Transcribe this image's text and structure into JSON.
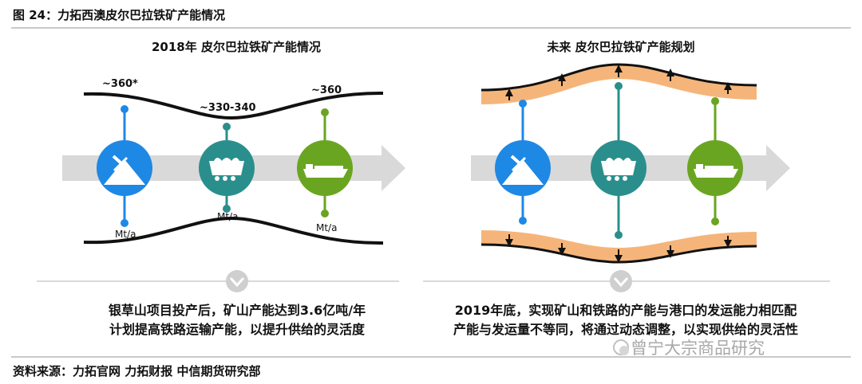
{
  "figure_title": "图 24：力拓西澳皮尔巴拉铁矿产能情况",
  "source": "资料来源：力拓官网 力拓财报 中信期货研究部",
  "watermark": "曾宁大宗商品研究",
  "left_panel": {
    "title": "2018年 皮尔巴拉铁矿产能情况",
    "values": [
      "~360*",
      "~330-340",
      "~360"
    ],
    "units": [
      "Mt/a",
      "Mt/a",
      "Mt/a"
    ],
    "caption_line1": "银草山项目投产后，矿山产能达到3.6亿吨/年",
    "caption_line2": "计划提高铁路运输产能，以提升供给的灵活度"
  },
  "right_panel": {
    "title": "未来 皮尔巴拉铁矿产能规划",
    "caption_line1": "2019年底，实现矿山和铁路的产能与港口的发运能力相匹配",
    "caption_line2": "产能与发运量不等同，将通过动态调整，以实现供给的灵活性"
  },
  "icons": [
    "mine-icon",
    "train-icon",
    "ship-icon"
  ],
  "colors": {
    "mine": "#1e88e5",
    "rail": "#2a8f8c",
    "port": "#6aa521",
    "band": "#f5b57a",
    "arrow": "#d9d9d9",
    "chevron": "#cfcfcf"
  }
}
